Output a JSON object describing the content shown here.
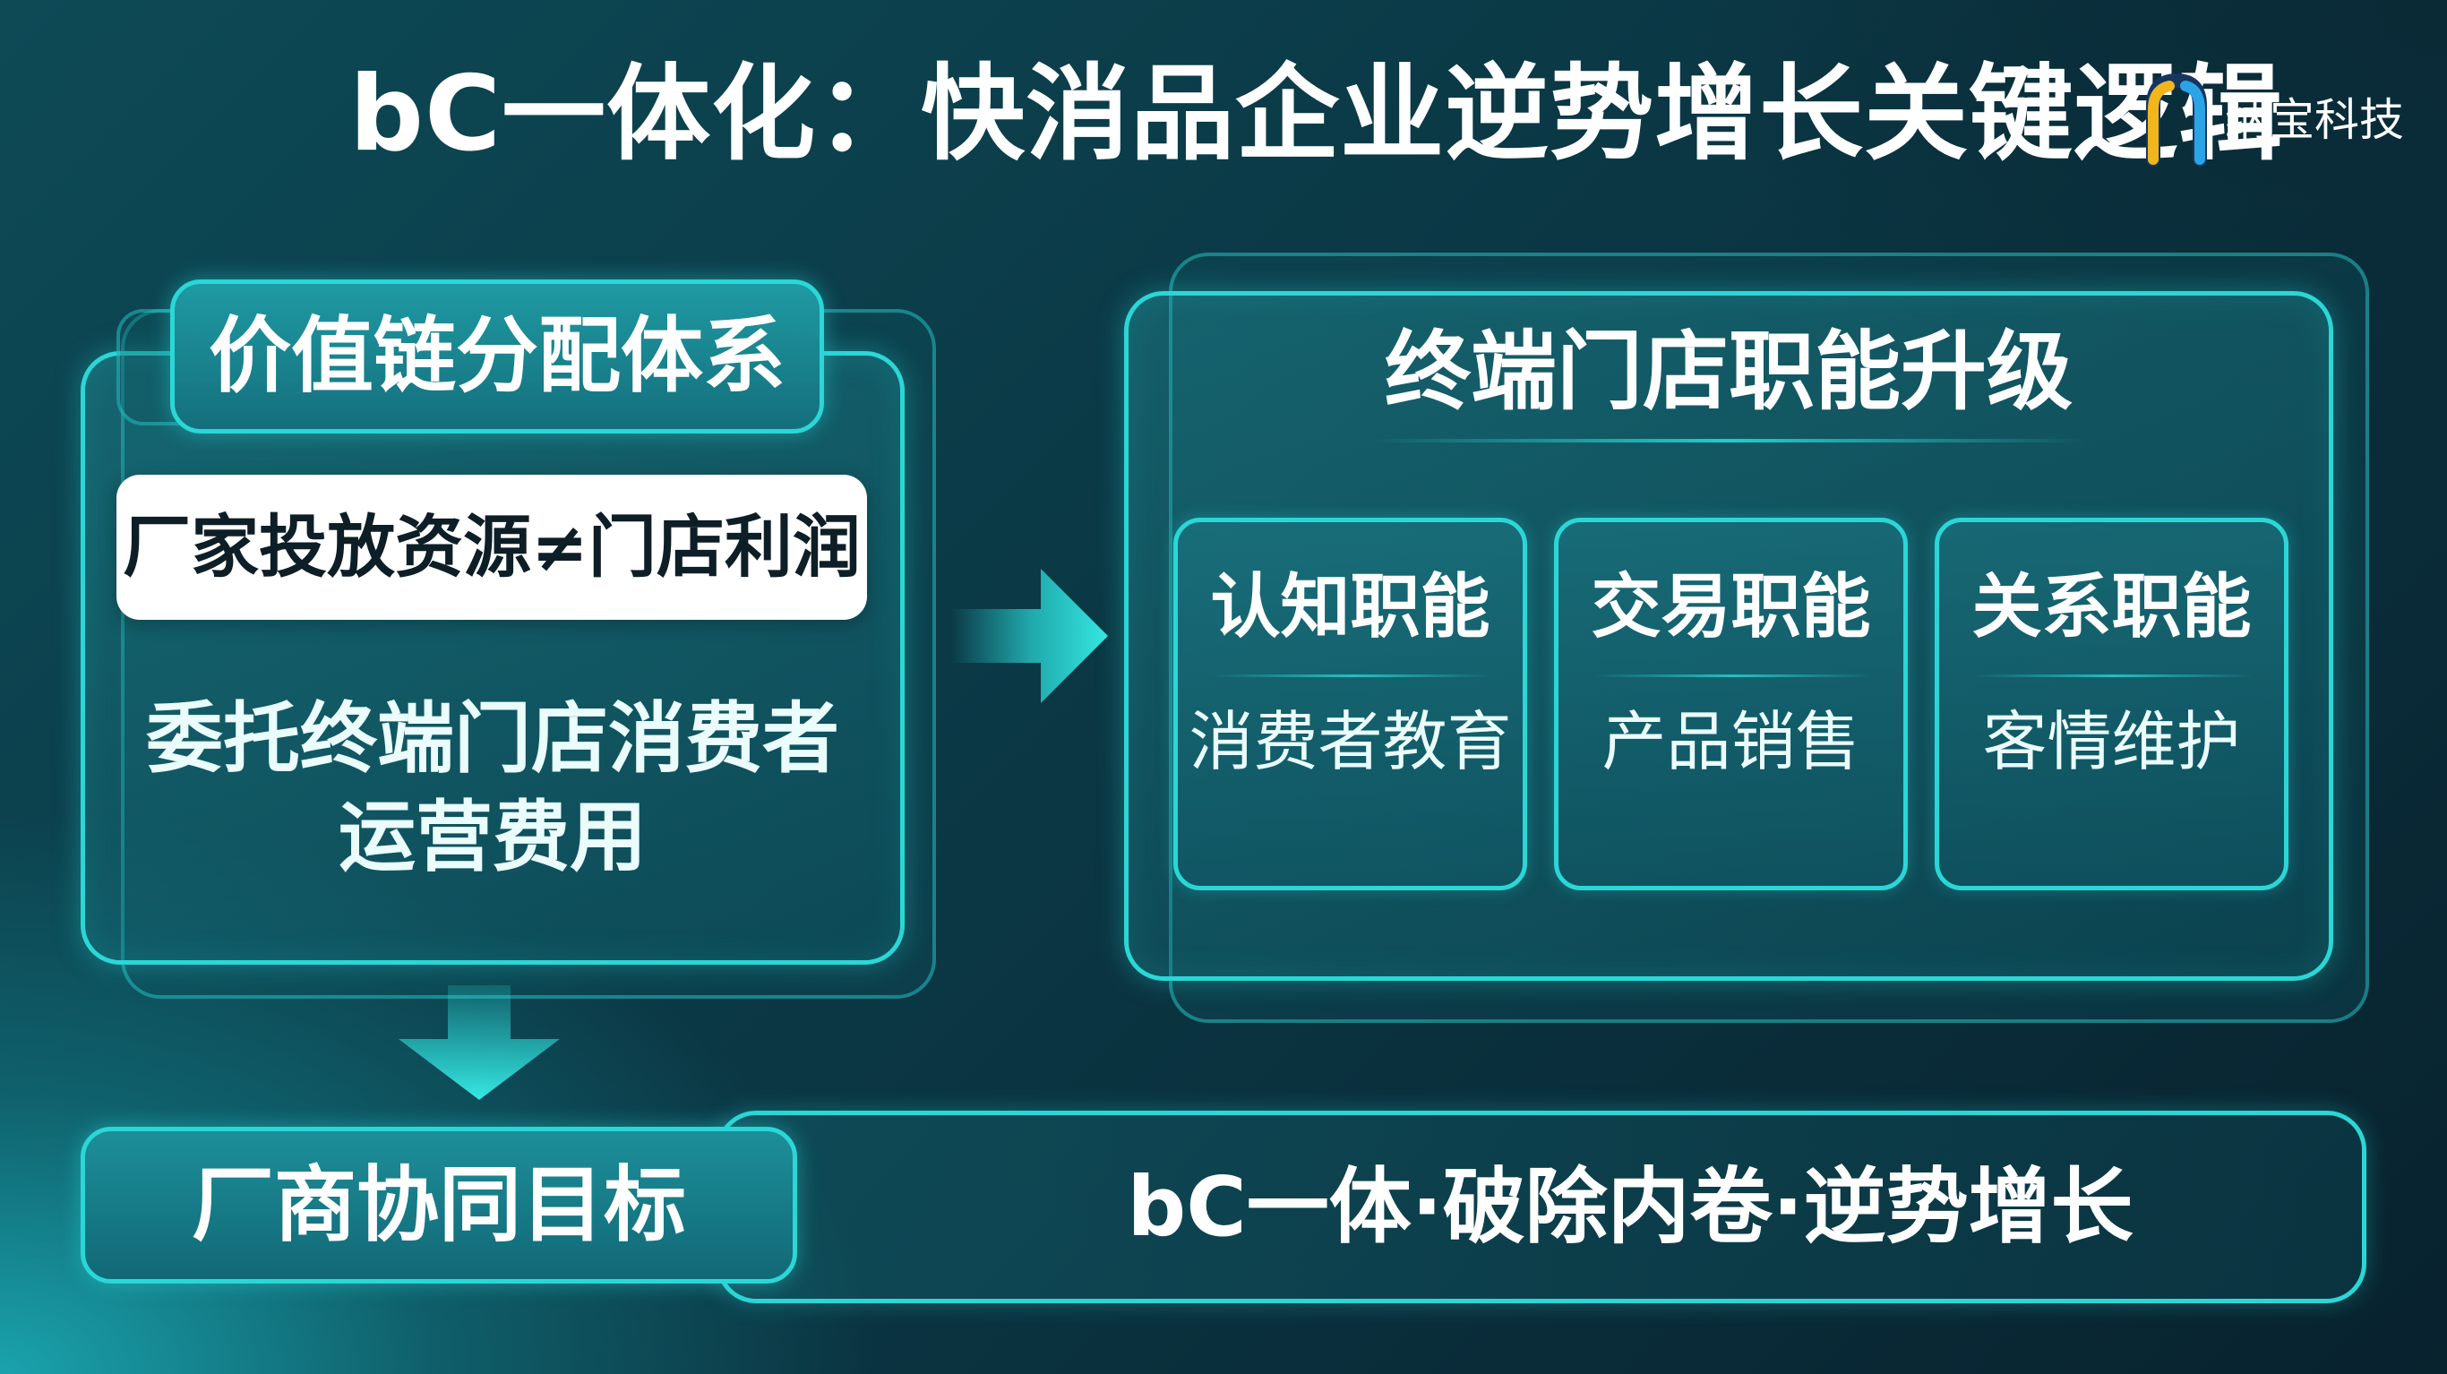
{
  "title": "bC一体化：快消品企业逆势增长关键逻辑",
  "logo": {
    "text": "纳宝科技",
    "colors": [
      "#f2b51c",
      "#2aa4e6",
      "#16365f"
    ]
  },
  "left_panel": {
    "tab_label": "价值链分配体系",
    "highlight": "厂家投放资源≠门店利润",
    "description": "委托终端门店消费者运营费用"
  },
  "right_panel": {
    "title": "终端门店职能升级",
    "cards": [
      {
        "title": "认知职能",
        "subtitle": "消费者教育"
      },
      {
        "title": "交易职能",
        "subtitle": "产品销售"
      },
      {
        "title": "关系职能",
        "subtitle": "客情维护"
      }
    ]
  },
  "bottom": {
    "goal_label": "厂商协同目标",
    "slogan": "bC一体·破除内卷·逆势增长"
  },
  "colors": {
    "accent": "#2ad7d6",
    "background_dark": "#08222e",
    "background_teal": "#1aa3ad"
  }
}
